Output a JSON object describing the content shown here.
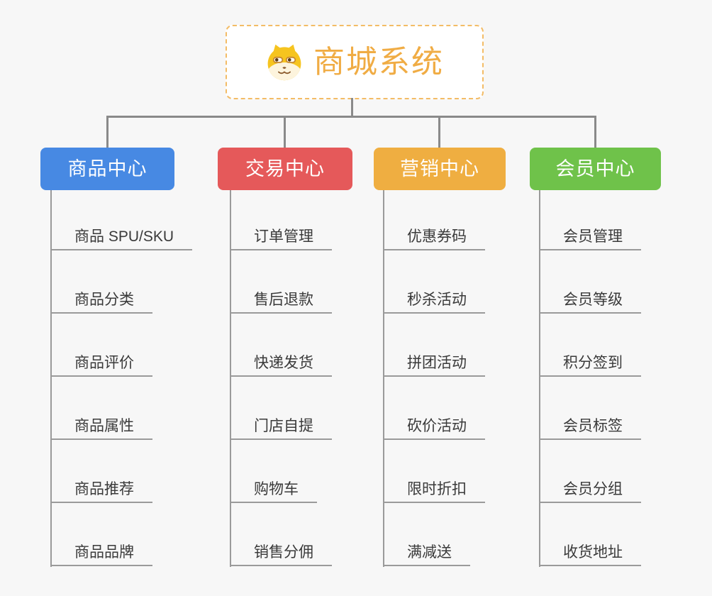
{
  "page": {
    "background_color": "#f7f7f7",
    "connector_color": "#8a8a8a",
    "leaf_line_color": "#9a9a9a",
    "leaf_text_color": "#3a3a3a"
  },
  "root": {
    "title": "商城系统",
    "icon": "dog-face-icon",
    "title_color": "#f0ac44",
    "border_color": "#f3bc66"
  },
  "branches": [
    {
      "label": "商品中心",
      "color": "#4789e3",
      "items": [
        "商品 SPU/SKU",
        "商品分类",
        "商品评价",
        "商品属性",
        "商品推荐",
        "商品品牌"
      ]
    },
    {
      "label": "交易中心",
      "color": "#e5595a",
      "items": [
        "订单管理",
        "售后退款",
        "快递发货",
        "门店自提",
        "购物车",
        "销售分佣"
      ]
    },
    {
      "label": "营销中心",
      "color": "#efae41",
      "items": [
        "优惠券码",
        "秒杀活动",
        "拼团活动",
        "砍价活动",
        "限时折扣",
        "满减送"
      ]
    },
    {
      "label": "会员中心",
      "color": "#6fc24a",
      "items": [
        "会员管理",
        "会员等级",
        "积分签到",
        "会员标签",
        "会员分组",
        "收货地址"
      ]
    }
  ]
}
